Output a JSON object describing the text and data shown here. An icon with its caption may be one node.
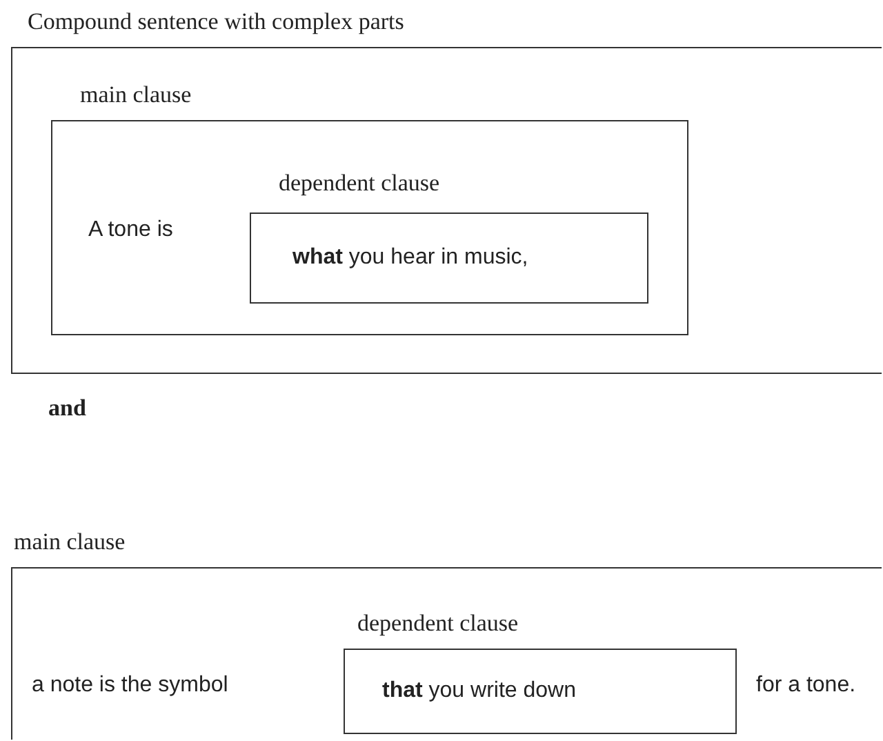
{
  "diagram": {
    "nodes": [
      {
        "text": [
          "Compound sentence with complex parts"
        ]
      },
      {
        "text": [
          "main clause",
          "A tone is"
        ],
        "in": 0
      },
      {
        "text": [
          "dependent clause",
          "**what** you hear in music,"
        ],
        "in": 1
      },
      {
        "text": [
          "main clause",
          "a note is the symbol",
          "for a tone."
        ]
      },
      {
        "text": [
          "dependent clause",
          "**that** you write down"
        ],
        "in": 3
      }
    ],
    "labels": [
      "and"
    ]
  }
}
